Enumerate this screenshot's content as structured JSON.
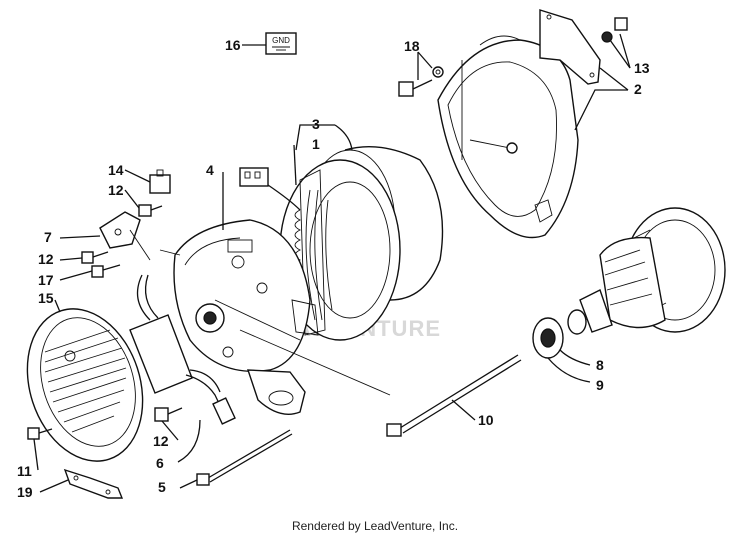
{
  "callouts": {
    "c1": "1",
    "c2": "2",
    "c3": "3",
    "c4": "4",
    "c5": "5",
    "c6": "6",
    "c7": "7",
    "c8": "8",
    "c9": "9",
    "c10": "10",
    "c11": "11",
    "c12a": "12",
    "c12b": "12",
    "c12c": "12",
    "c13": "13",
    "c14": "14",
    "c15": "15",
    "c16": "16",
    "c17": "17",
    "c18": "18",
    "c19": "19"
  },
  "gnd_label": "GND",
  "watermark": "LEADVENTURE",
  "footer": "Rendered by LeadVenture, Inc."
}
